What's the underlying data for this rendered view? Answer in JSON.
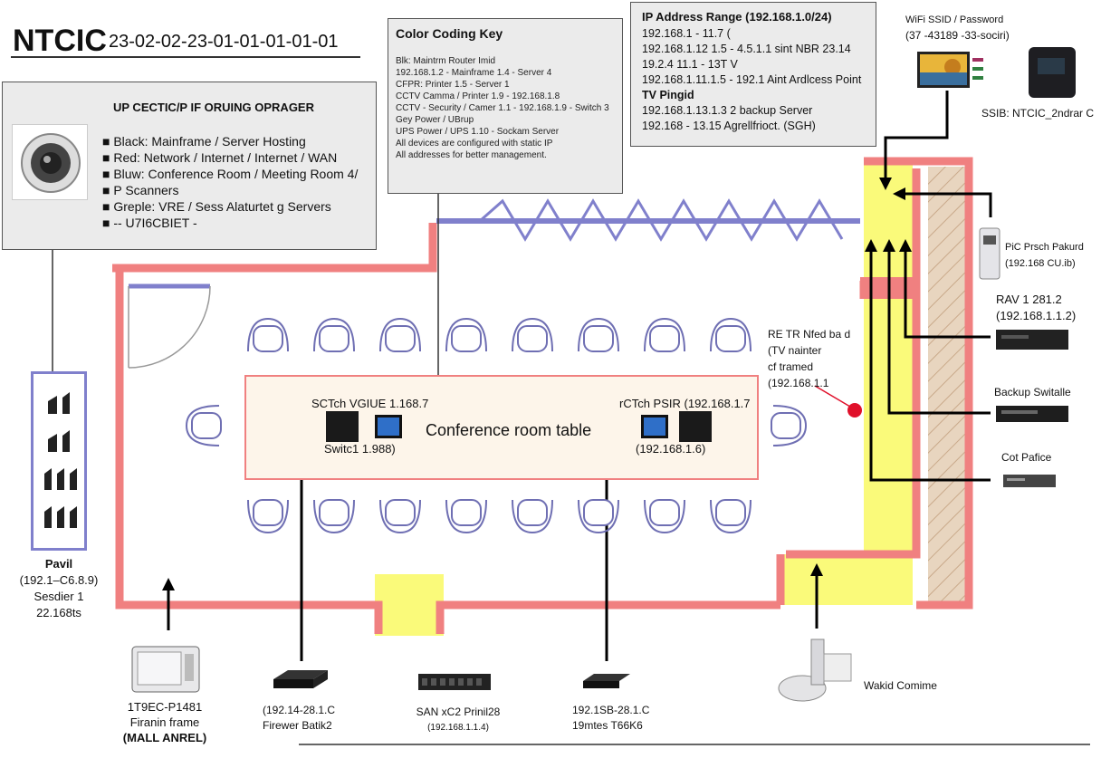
{
  "title": {
    "main": "NTCIC",
    "code": "23-02-02-23-01-01-01-01-01"
  },
  "legend": {
    "heading": "UP CECTIC/P IF ORUING OPRAGER",
    "items": [
      "■ Black: Mainframe / Server Hosting",
      "■ Red: Network / Internet / Internet / WAN",
      "■ Bluw: Conference Room / Meeting Room 4/",
      "■ P Scanners",
      "■ Greple: VRE / Sess Alaturtet g Servers",
      "■ -- U7I6CBIET -"
    ]
  },
  "color_key": {
    "heading": "Color Coding Key",
    "lines": [
      "Blk: Maintrm Router Imid",
      "192.168.1.2 - Mainframe 1.4 - Server 4",
      "CFPR: Printer 1.5 - Server 1",
      "CCTV Camma / Printer 1.9 - 192.168.1.8",
      "CCTV - Security / Camer 1.1 - 192.168.1.9 - Switch 3",
      "",
      "Gey Power / UBrup",
      "UPS Power / UPS 1.10 - Sockam Server",
      "All devices are configured with static IP",
      "All addresses for better management."
    ]
  },
  "ip_range": {
    "heading": "IP Address Range (192.168.1.0/24)",
    "lines": [
      "192.168.1 - 11.7 (",
      "192.168.1.12 1.5 - 4.5.1.1 sint NBR 23.14",
      "19.2.4 11.1 - 13T V",
      "192.168.1.11.1.5 - 192.1 Aint Ardlcess Point"
    ],
    "subheading": "TV Pingid",
    "lines2": [
      "192.168.1.13.1.3 2 backup Server",
      "192.168 - 13.15 Agrellfrioct. (SGH)"
    ]
  },
  "wifi": {
    "label": "WiFi SSID / Password",
    "value": "(37 -43189 -33-sociri)",
    "ssid": "SSIB: NTCIC_2ndrar C"
  },
  "room": {
    "table_label": "Conference room table",
    "switch_left_top": "SCTch VGIUE 1.168.7",
    "switch_left_bottom": "Switc1 1.988)",
    "switch_right_top": "rCTch PSIR (192.168.1.7",
    "switch_right_bottom": "(192.168.1.6)",
    "ap_note": [
      "RE TR Nfed ba d",
      "(TV nainter",
      "cf tramed",
      "(192.168.1.1"
    ]
  },
  "panel": {
    "lines": [
      "Pavil",
      "(192.1–C6.8.9)",
      "Sesdier 1",
      "22.168ts"
    ]
  },
  "right_devices": [
    {
      "label": "PiC Prsch Pakurd",
      "ip": "(192.168 CU.ib)"
    },
    {
      "label": "RAV 1 281.2",
      "ip": "(192.168.1.1.2)"
    },
    {
      "label": "Backup Switalle",
      "ip": ""
    },
    {
      "label": "Cot Pafice",
      "ip": ""
    }
  ],
  "bottom_devices": [
    {
      "lines": [
        "1T9EC-P1481",
        "Firanin frame",
        "(MALL ANREL)"
      ]
    },
    {
      "lines": [
        "(192.14-28.1.C",
        "Firewer Batik2"
      ]
    },
    {
      "lines": [
        "SAN xC2 Prinil28",
        "(192.168.1.1.4)"
      ]
    },
    {
      "lines": [
        "192.1SB-28.1.C",
        "19mtes T66K6"
      ]
    },
    {
      "lines": [
        "Wakid Comime"
      ]
    }
  ],
  "colors": {
    "wall": "#f08080",
    "wifi_zone": "#fafa7a",
    "chair": "#6f6fb3",
    "zigzag": "#8080cc",
    "panel_bg": "#ebebeb",
    "table_bg": "#fdf5ea",
    "dot": "#e0102a"
  }
}
